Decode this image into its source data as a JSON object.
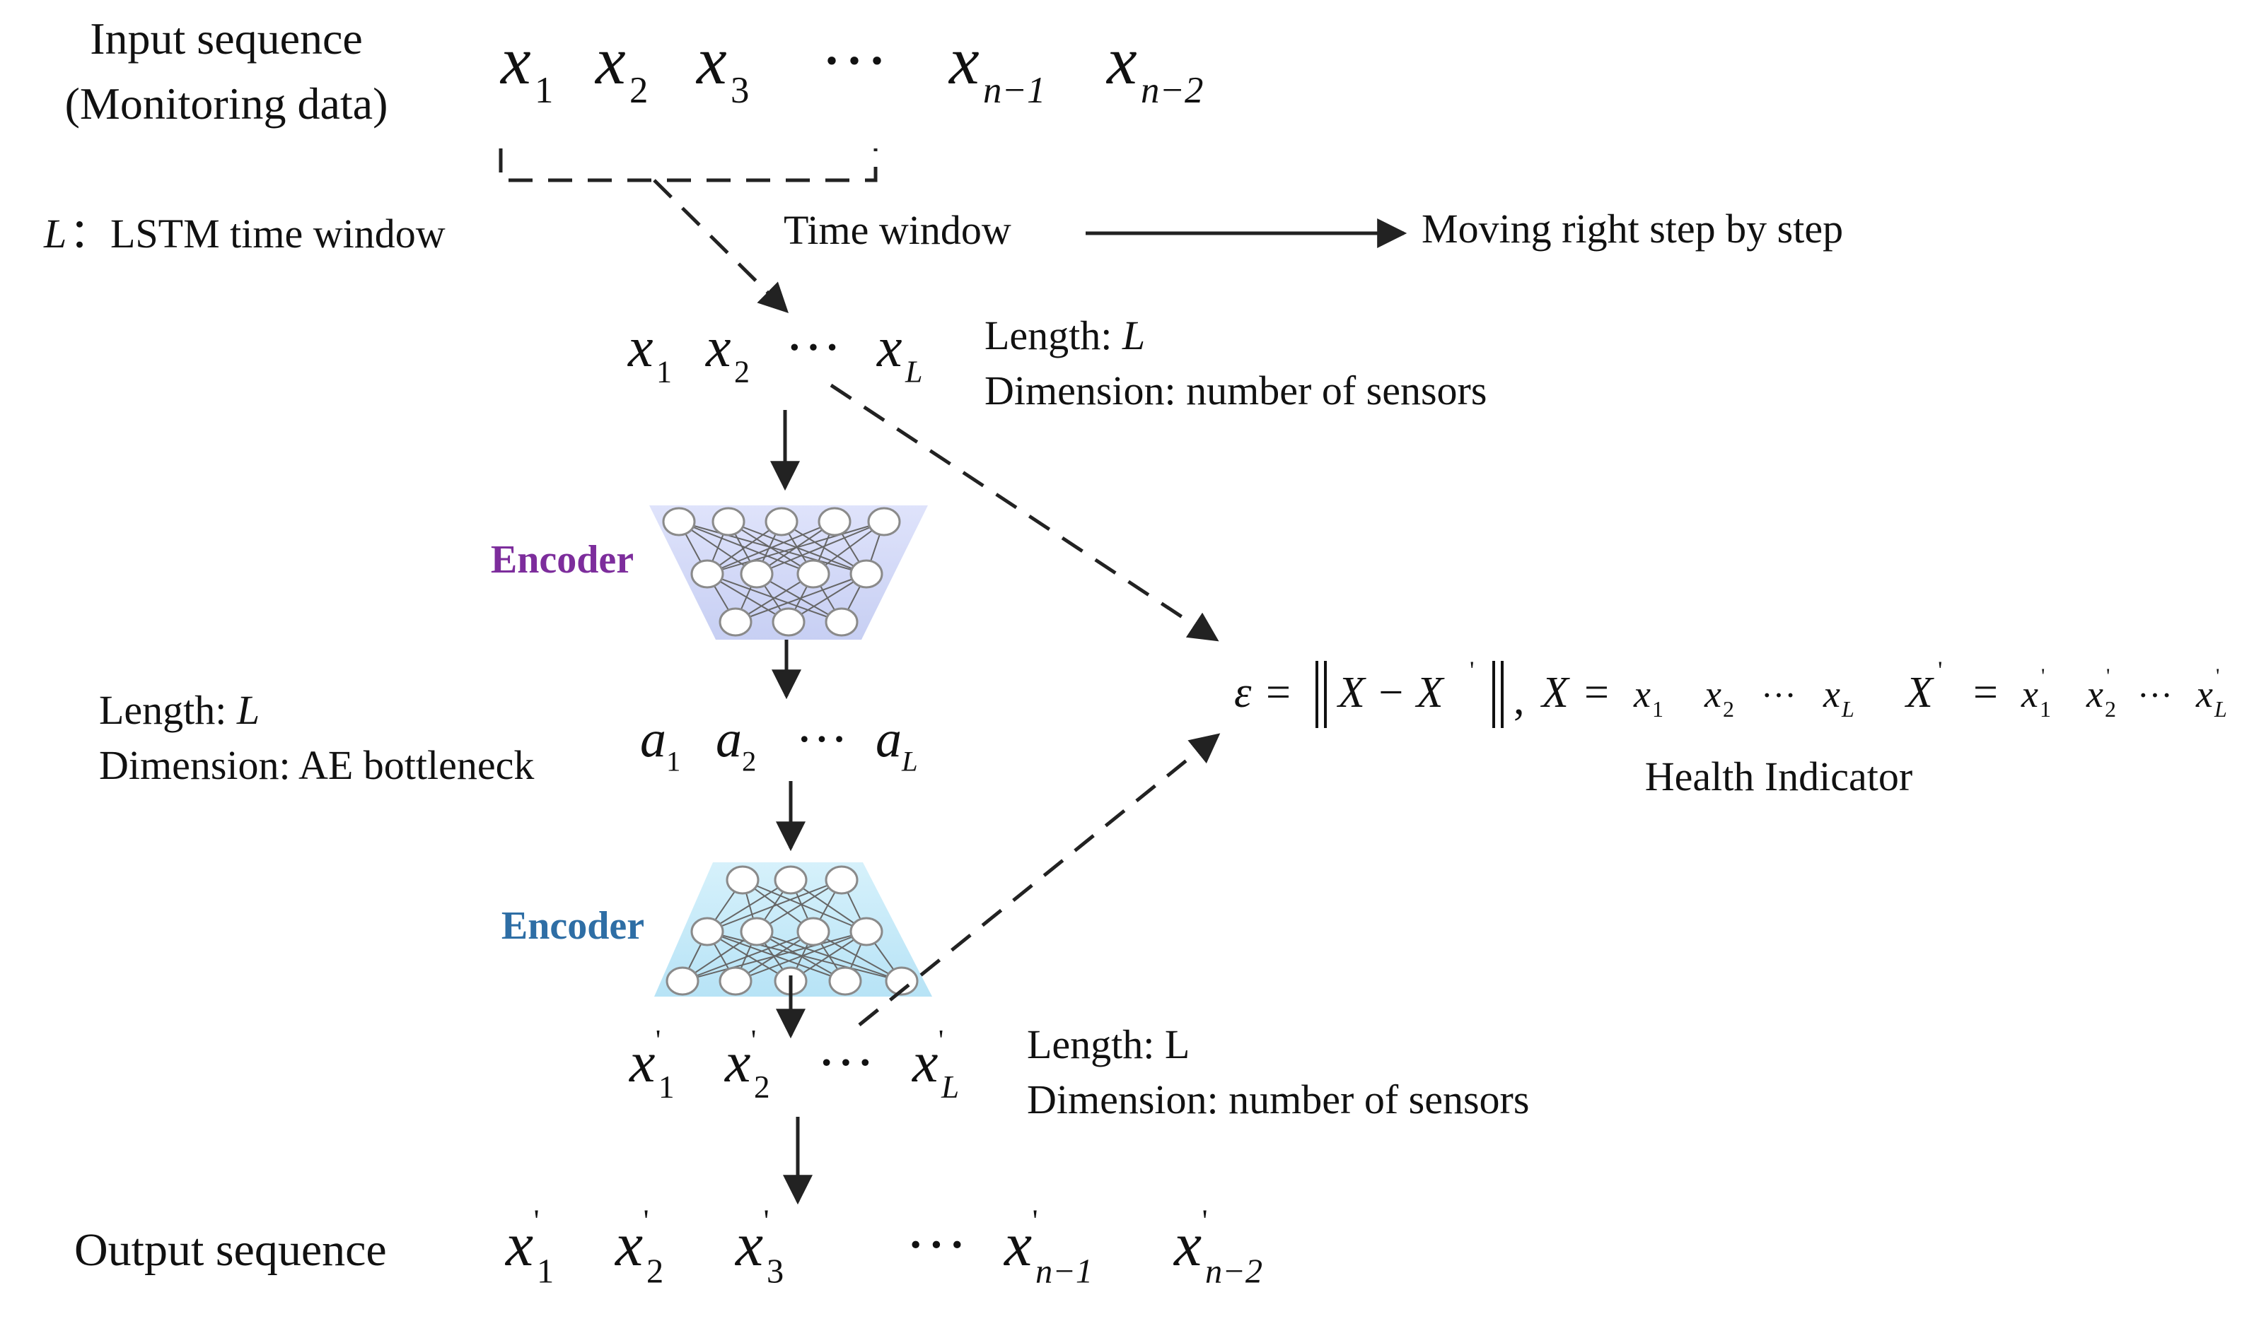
{
  "input_label": {
    "line1": "Input sequence",
    "line2": "(Monitoring data)"
  },
  "input_seq": [
    {
      "base": "x",
      "sub": "1",
      "prime": ""
    },
    {
      "base": "x",
      "sub": "2",
      "prime": ""
    },
    {
      "base": "x",
      "sub": "3",
      "prime": ""
    },
    {
      "base": "···",
      "sub": "",
      "prime": ""
    },
    {
      "base": "x",
      "sub": "n−1",
      "prime": ""
    },
    {
      "base": "x",
      "sub": "n−2",
      "prime": ""
    }
  ],
  "lstm_note": {
    "symbol": "L",
    "text": "：LSTM time window"
  },
  "time_window": {
    "label": "Time window",
    "moving": "Moving right step by step"
  },
  "window_seq": [
    {
      "base": "x",
      "sub": "1",
      "prime": ""
    },
    {
      "base": "x",
      "sub": "2",
      "prime": ""
    },
    {
      "base": "···",
      "sub": "",
      "prime": ""
    },
    {
      "base": "x",
      "sub": "L",
      "prime": ""
    }
  ],
  "window_info": {
    "length_prefix": "Length: ",
    "length_val": "L",
    "dimension": "Dimension: number of sensors"
  },
  "encoder1_label": "Encoder",
  "encoder2_label": "Encoder",
  "latent_info": {
    "length_prefix": "Length: ",
    "length_val": "L",
    "dimension": "Dimension: AE bottleneck"
  },
  "latent_seq": [
    {
      "base": "a",
      "sub": "1",
      "prime": ""
    },
    {
      "base": "a",
      "sub": "2",
      "prime": ""
    },
    {
      "base": "···",
      "sub": "",
      "prime": ""
    },
    {
      "base": "a",
      "sub": "L",
      "prime": ""
    }
  ],
  "recon_seq": [
    {
      "base": "x",
      "sub": "1",
      "prime": "'"
    },
    {
      "base": "x",
      "sub": "2",
      "prime": "'"
    },
    {
      "base": "···",
      "sub": "",
      "prime": ""
    },
    {
      "base": "x",
      "sub": "L",
      "prime": "'"
    }
  ],
  "recon_info": {
    "length": "Length: L",
    "dimension": "Dimension: number of sensors"
  },
  "formula": {
    "epsilon": "ε",
    "eq": "=",
    "norm_content": "X − X",
    "prime": "'",
    "comma": ",",
    "X": "X",
    "x": "x",
    "s1": "1",
    "s2": "2",
    "sL": "L",
    "dots": "···"
  },
  "health_label": "Health Indicator",
  "output_label": "Output sequence",
  "output_seq": [
    {
      "base": "x",
      "sub": "1",
      "prime": "'"
    },
    {
      "base": "x",
      "sub": "2",
      "prime": "'"
    },
    {
      "base": "x",
      "sub": "3",
      "prime": "'"
    },
    {
      "base": "···",
      "sub": "",
      "prime": ""
    },
    {
      "base": "x",
      "sub": "n−1",
      "prime": "'"
    },
    {
      "base": "x",
      "sub": "n−2",
      "prime": "'"
    }
  ],
  "colors": {
    "encoder1": "#7d2d9c",
    "encoder2": "#2e6ea5",
    "ae1_fill": "#cfd6f5",
    "ae2_fill": "#bfe6f7"
  }
}
